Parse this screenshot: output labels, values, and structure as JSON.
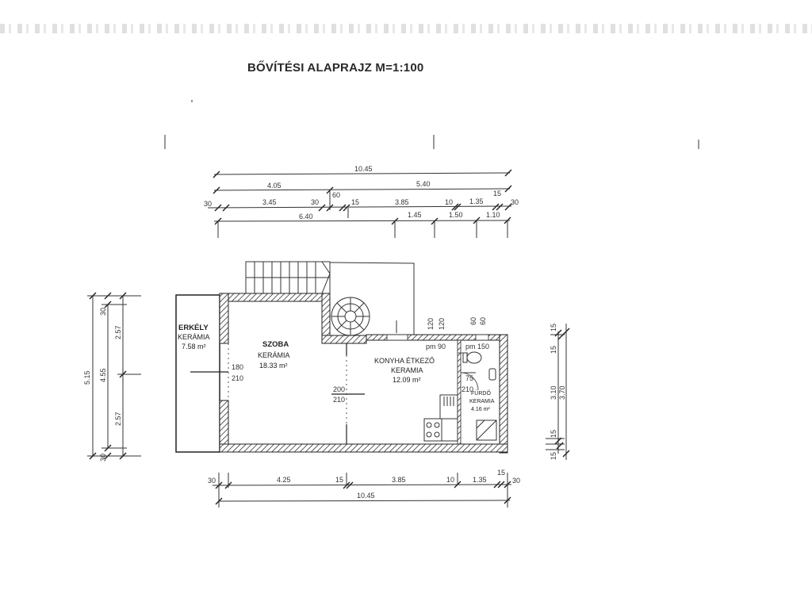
{
  "title": "BŐVÍTÉSI ALAPRAJZ M=1:100",
  "top_dimensions": {
    "row1": [
      "10.45"
    ],
    "row2": [
      "4.05",
      "5.40"
    ],
    "row3": [
      "30",
      "3.45",
      "30",
      "60",
      "15",
      "3.85",
      "10",
      "1.35",
      "15",
      "30"
    ],
    "row4": [
      "6.40",
      "1.45",
      "1.50",
      "1.10"
    ]
  },
  "bottom_dimensions": {
    "row1": [
      "30",
      "4.25",
      "15",
      "3.85",
      "10",
      "1.35",
      "15",
      "30"
    ],
    "row2": [
      "10.45"
    ]
  },
  "left_dimensions": {
    "outer": "5.15",
    "middle": "4.55",
    "inner": [
      "30",
      "2.57",
      "2.57",
      "30"
    ]
  },
  "right_dimensions": {
    "values": [
      "15",
      "15",
      "3.10",
      "3.70",
      "15",
      "15"
    ]
  },
  "rooms": [
    {
      "name": "ERKÉLY",
      "floor": "KERÁMIA",
      "area": "7.58 m²"
    },
    {
      "name": "SZOBA",
      "floor": "KERÁMIA",
      "area": "18.33 m²"
    },
    {
      "name": "KONYHA ÉTKEZŐ",
      "floor": "KERAMIA",
      "area": "12.09 m²"
    },
    {
      "name": "FÜRDŐ",
      "floor": "KERAMIA",
      "area": "4.16 m²"
    }
  ],
  "openings": {
    "balcony_door": [
      "180",
      "210"
    ],
    "kitchen_door": [
      "200",
      "210"
    ],
    "window_kitchen": [
      "120",
      "120"
    ],
    "window_bath": [
      "60",
      "60"
    ],
    "pm_kitchen": "pm 90",
    "pm_bath": "pm 150",
    "bath_door": [
      "75",
      "210"
    ]
  }
}
